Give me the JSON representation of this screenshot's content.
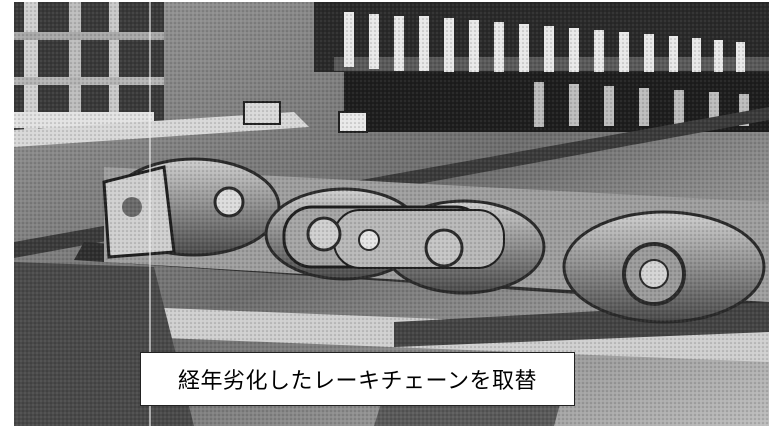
{
  "caption": {
    "text": "経年劣化したレーキチェーンを取替"
  },
  "photo": {
    "subject": "rake-chain-machinery",
    "style": "grayscale-halftone",
    "colors": {
      "dark": "#1c1c1c",
      "mid": "#7a7a7a",
      "light": "#d6d6d6",
      "highlight": "#f2f2f2"
    }
  }
}
